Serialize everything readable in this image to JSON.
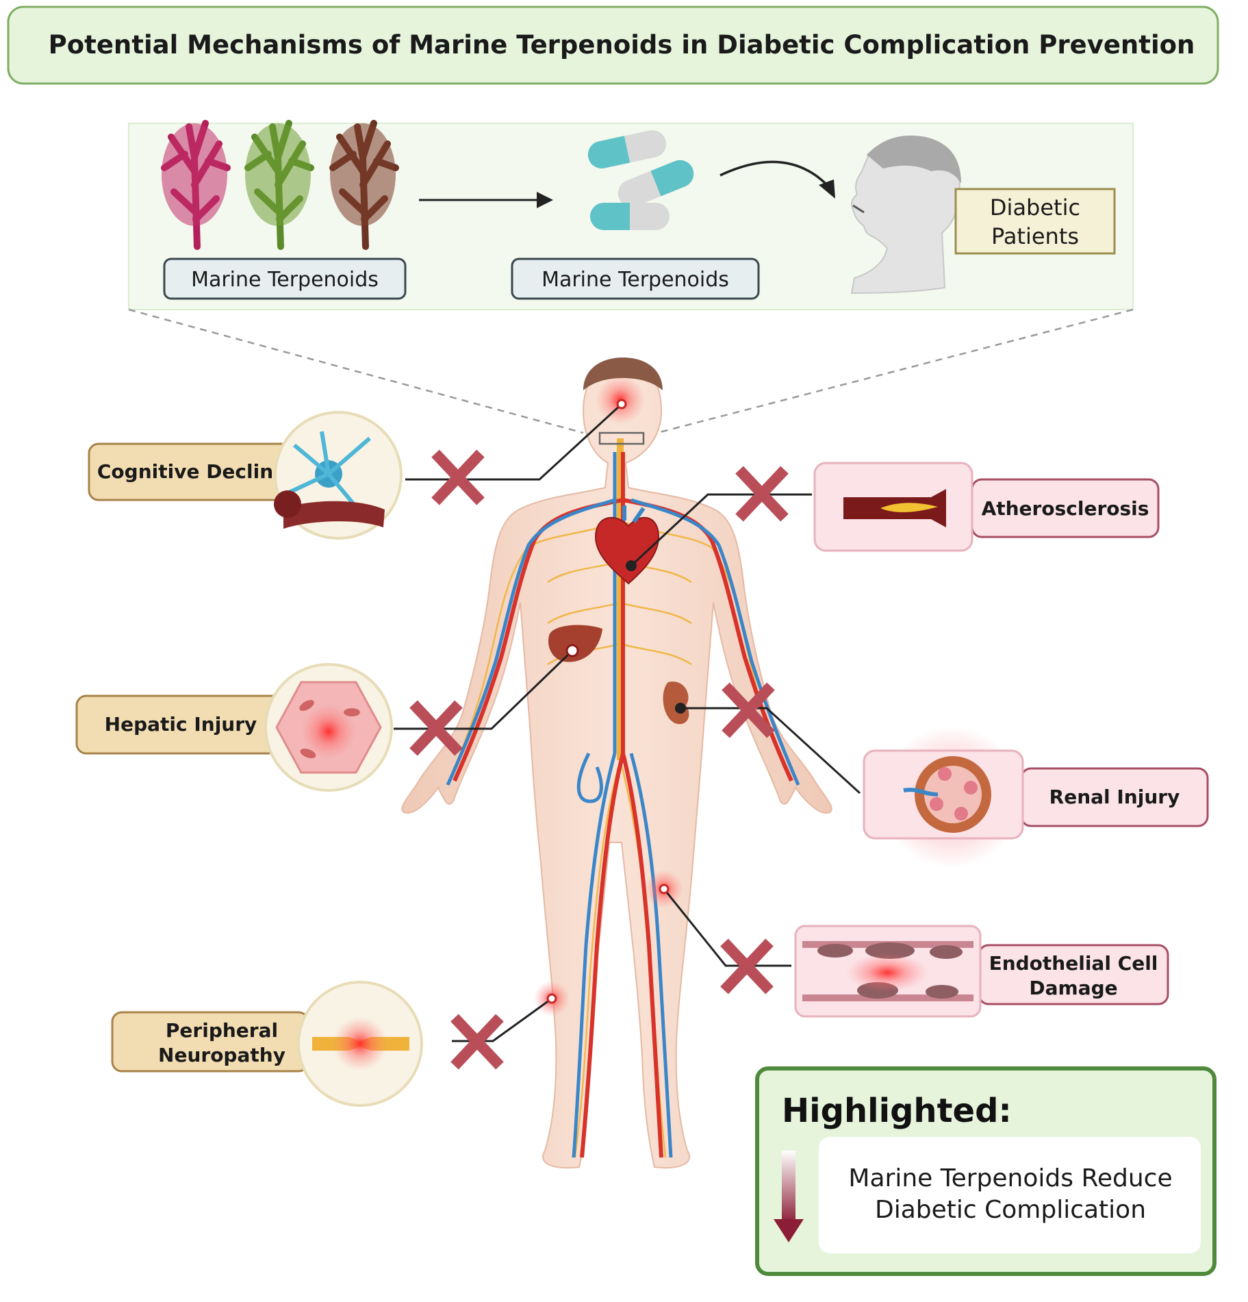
{
  "title": "Potential Mechanisms of Marine Terpenoids in Diabetic Complication Prevention",
  "pipeline": {
    "seaweed_label": "Marine Terpenoids",
    "capsule_label": "Marine Terpenoids",
    "patient_label_line1": "Diabetic",
    "patient_label_line2": "Patients"
  },
  "complications": {
    "cognitive": "Cognitive Decline",
    "hepatic": "Hepatic Injury",
    "neuropathy_line1": "Peripheral",
    "neuropathy_line2": "Neuropathy",
    "atherosclerosis": "Atherosclerosis",
    "renal": "Renal Injury",
    "endothelial_line1": "Endothelial Cell",
    "endothelial_line2": "Damage"
  },
  "highlight": {
    "heading": "Highlighted:",
    "line1": "Marine Terpenoids Reduce",
    "line2": "Diabetic Complication"
  },
  "colors": {
    "title_bg": "#e6f4dc",
    "title_border": "#7fae62",
    "left_label_bg": "#f2ddb2",
    "left_label_border": "#a7834a",
    "right_label_bg": "#fbe3e8",
    "right_label_border": "#a84d63",
    "cross": "#b94e58",
    "artery": "#d8322a",
    "vein": "#3a86c8",
    "nerve": "#f1b23c",
    "skin": "#f6dccb"
  }
}
